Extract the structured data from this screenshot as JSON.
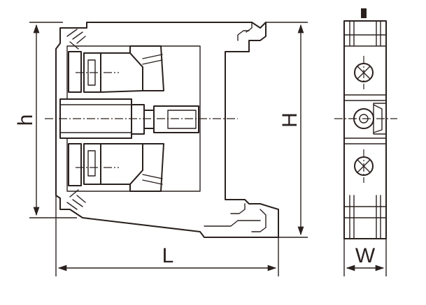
{
  "dimensions": {
    "height_small": "h",
    "height_total": "H",
    "length": "L",
    "width": "W"
  },
  "colors": {
    "line": "#2a211f",
    "background": "#ffffff"
  }
}
